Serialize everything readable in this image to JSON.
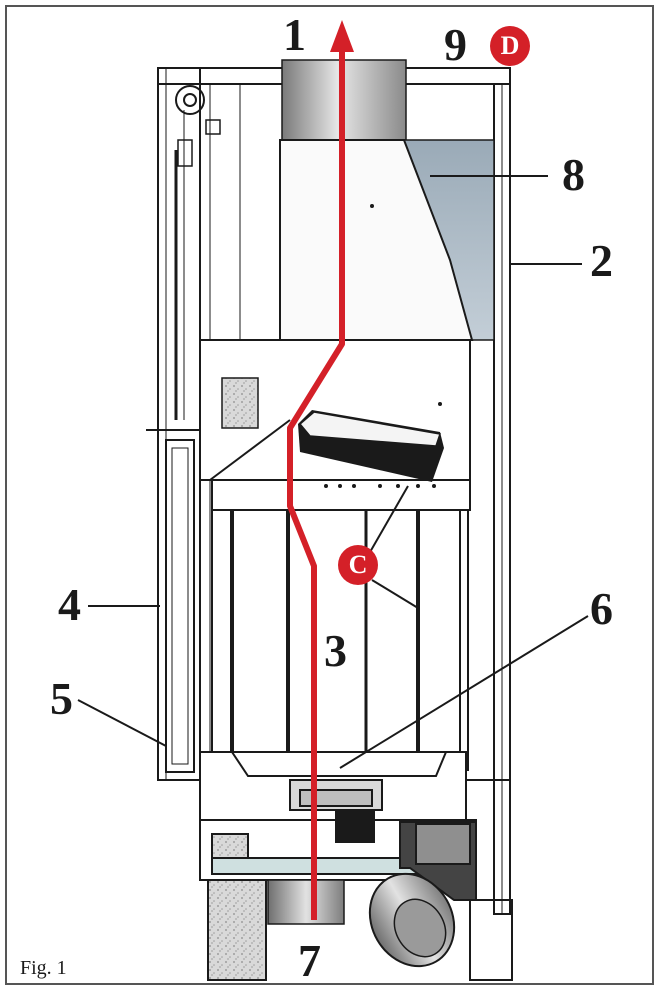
{
  "figure_caption": "Fig. 1",
  "callouts": {
    "n1": "1",
    "n2": "2",
    "n3": "3",
    "n4": "4",
    "n5": "5",
    "n6": "6",
    "n7": "7",
    "n8": "8",
    "n9": "9"
  },
  "badges": {
    "c": "C",
    "d": "D"
  },
  "colors": {
    "flow_arrow": "#d42028",
    "badge": "#d42028",
    "outline": "#1a1a1a",
    "frame": "#555555",
    "panel_fill": "#a7b6c2"
  }
}
